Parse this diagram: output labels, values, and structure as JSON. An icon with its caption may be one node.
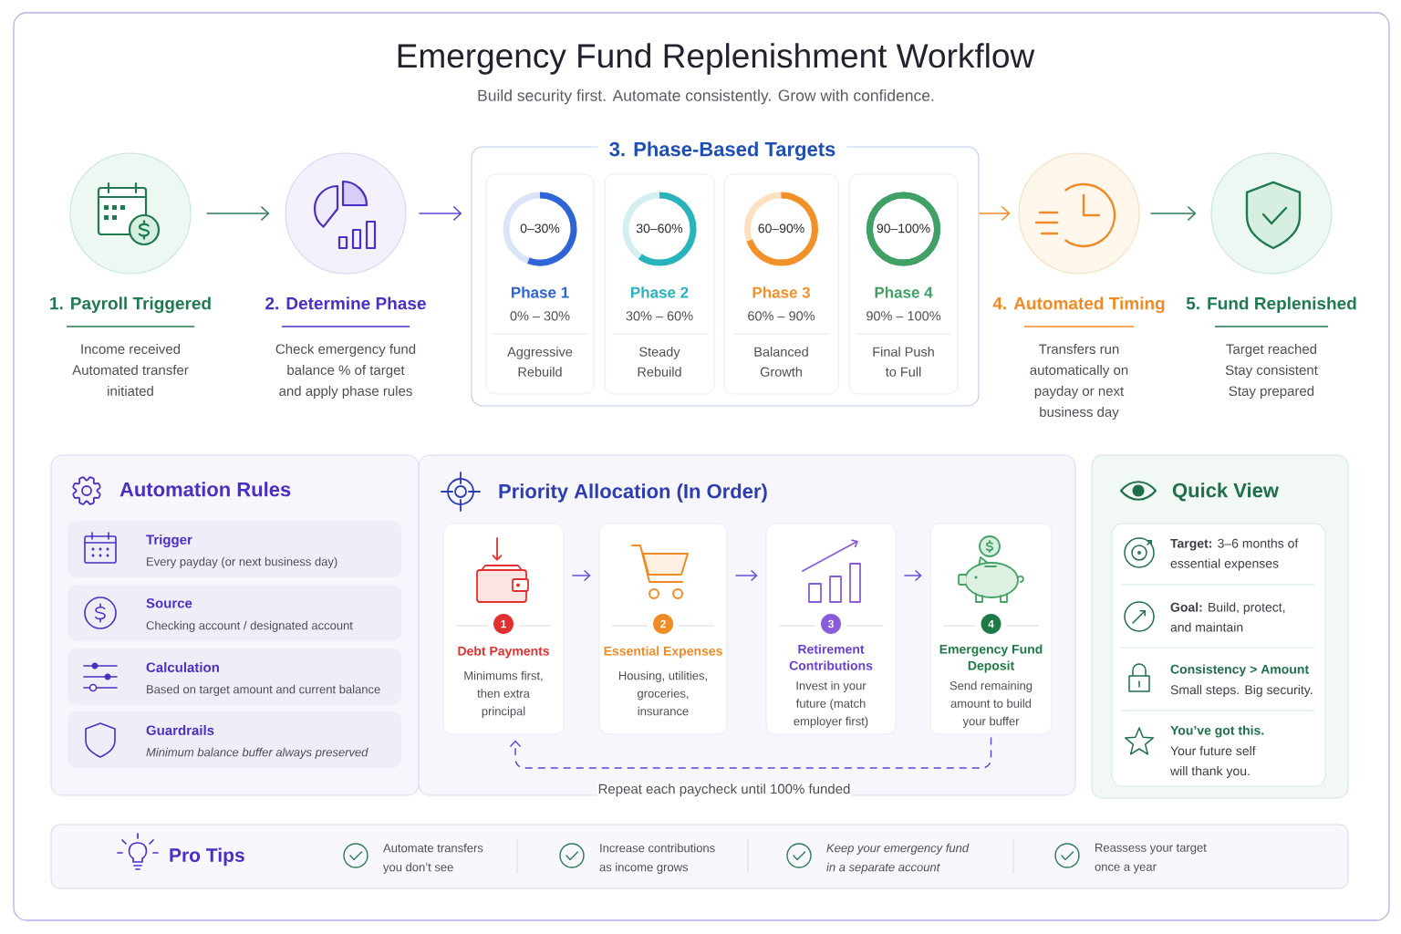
{
  "diagram": {
    "title": "Emergency Fund Replenishment Workflow",
    "nodes": [
      {
        "text": [
          "1. Payroll Triggered",
          "Income received Automated transfer initiated"
        ]
      },
      {
        "text": [
          "2. Determine Phase",
          "Check emergency fund balance % of target and apply phase rules"
        ]
      },
      {
        "text": [
          "3. Phase-Based Targets"
        ]
      },
      {
        "text": [
          "0–30%",
          "Phase 1",
          "0% – 30%",
          "Aggressive Rebuild"
        ],
        "in": 2
      },
      {
        "text": [
          "30–60%",
          "Phase 2",
          "30% – 60%",
          "Steady Rebuild"
        ],
        "in": 2
      },
      {
        "text": [
          "60–90%",
          "Phase 3",
          "60% – 90%",
          "Balanced Growth"
        ],
        "in": 2
      },
      {
        "text": [
          "90–100%",
          "Phase 4",
          "90% – 100%",
          "Final Push to Full"
        ],
        "in": 2
      },
      {
        "text": [
          "4. Automated Timing",
          "Transfers run automatically on payday or next business day"
        ]
      },
      {
        "text": [
          "5. Fund Replenished",
          "Target reached Stay consistent Stay prepared"
        ]
      },
      {
        "text": [
          "Automation Rules"
        ]
      },
      {
        "text": [
          "Trigger",
          "Every payday (or next business day)"
        ],
        "in": 9
      },
      {
        "text": [
          "Source",
          "Checking account / designated account"
        ],
        "in": 9
      },
      {
        "text": [
          "Calculation",
          "Based on target amount and current balance"
        ],
        "in": 9
      },
      {
        "text": [
          "Guardrails",
          "Minimum balance buffer always preserved"
        ],
        "in": 9
      },
      {
        "text": [
          "Priority Allocation (In Order)"
        ]
      },
      {
        "text": [
          "1",
          "Debt Payments",
          "Minimums first, then extra principal"
        ],
        "in": 14
      },
      {
        "text": [
          "2",
          "Essential Expenses",
          "Housing, utilities, groceries, insurance"
        ],
        "in": 14
      },
      {
        "text": [
          "3",
          "Retirement Contributions",
          "Invest in your future (match employer first)"
        ],
        "in": 14
      },
      {
        "text": [
          "4",
          "Emergency Fund Deposit",
          "Send remaining amount to build your buffer"
        ],
        "in": 14
      },
      {
        "text": [
          "Quick View"
        ]
      },
      {
        "text": [],
        "shape": "box",
        "in": 19
      },
      {
        "text": [
          "**Target:** 3–6 months of essential expenses"
        ],
        "in": 20
      },
      {
        "text": [
          "**Goal:** Build, protect, and maintain"
        ],
        "in": 20
      },
      {
        "text": [
          "Consistency > Amount",
          "Small steps. Big security."
        ],
        "in": 20
      },
      {
        "text": [
          "You’ve got this.",
          "Your future self will thank you."
        ],
        "in": 20
      },
      {
        "text": [
          "Pro Tips"
        ]
      },
      {
        "text": [
          "Automate transfers you don’t see"
        ],
        "in": 25
      },
      {
        "text": [
          "Increase contributions as income grows"
        ],
        "in": 25
      },
      {
        "text": [
          "Keep your emergency fund in a separate account"
        ],
        "in": 25
      },
      {
        "text": [
          "Reassess your target once a year"
        ],
        "in": 25
      }
    ],
    "edges": [
      {
        "from": 0,
        "to": 1,
        "arrow": "to",
        "color": "#2e7d57"
      },
      {
        "from": 1,
        "to": 2,
        "arrow": "to"
      },
      {
        "from": 2,
        "to": 7,
        "arrow": "to",
        "color": "#f08a24"
      },
      {
        "from": 7,
        "to": 8,
        "arrow": "to",
        "color": "#2e7d57"
      },
      {
        "from": 15,
        "to": 16,
        "arrow": "to"
      },
      {
        "from": 16,
        "to": 17,
        "arrow": "to"
      },
      {
        "from": 17,
        "to": 18,
        "arrow": "to"
      },
      {
        "from": 18,
        "to": 15,
        "arrow": "to",
        "style": "dashed",
        "label": "Repeat each paycheck until 100% funded"
      }
    ],
    "labels": [
      "Build security first. Automate consistently. Grow with confidence."
    ]
  }
}
